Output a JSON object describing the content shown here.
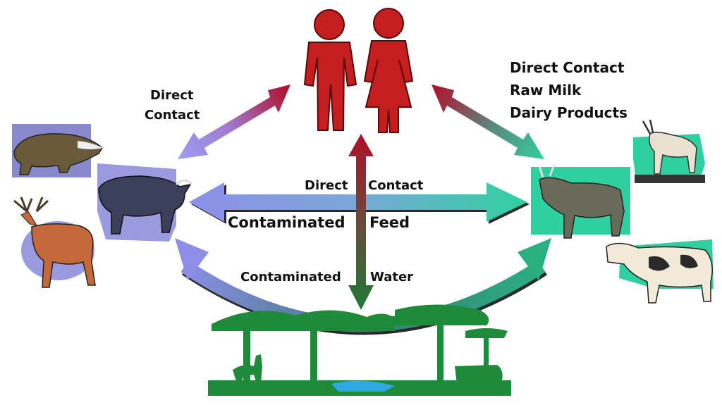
{
  "labels": {
    "left_top_line1": "Direct",
    "left_top_line2": "Contact",
    "right_top_line1": "Direct Contact",
    "right_top_line2": "Raw Milk",
    "right_top_line3": "Dairy Products",
    "center_direct": "Direct",
    "center_contact": "Contact",
    "center_contaminated": "Contaminated",
    "center_feed": "Feed",
    "bottom_contaminated": "Contaminated",
    "bottom_water": "Water"
  },
  "colors": {
    "human_red": "#c41e1e",
    "wildlife_lavender": "#8e8ee8",
    "livestock_teal": "#2fd0a0",
    "environment_green": "#1f8a3a",
    "arrow_red": "#b0102a",
    "shadow": "#2a2a2a"
  },
  "icons": {
    "humans": "man-woman-icon",
    "wildlife": [
      "badger-icon",
      "buffalo-icon",
      "deer-icon"
    ],
    "livestock": [
      "goat-icon",
      "zebu-cattle-icon",
      "cow-icon"
    ],
    "environment": "savanna-trees-icon"
  }
}
